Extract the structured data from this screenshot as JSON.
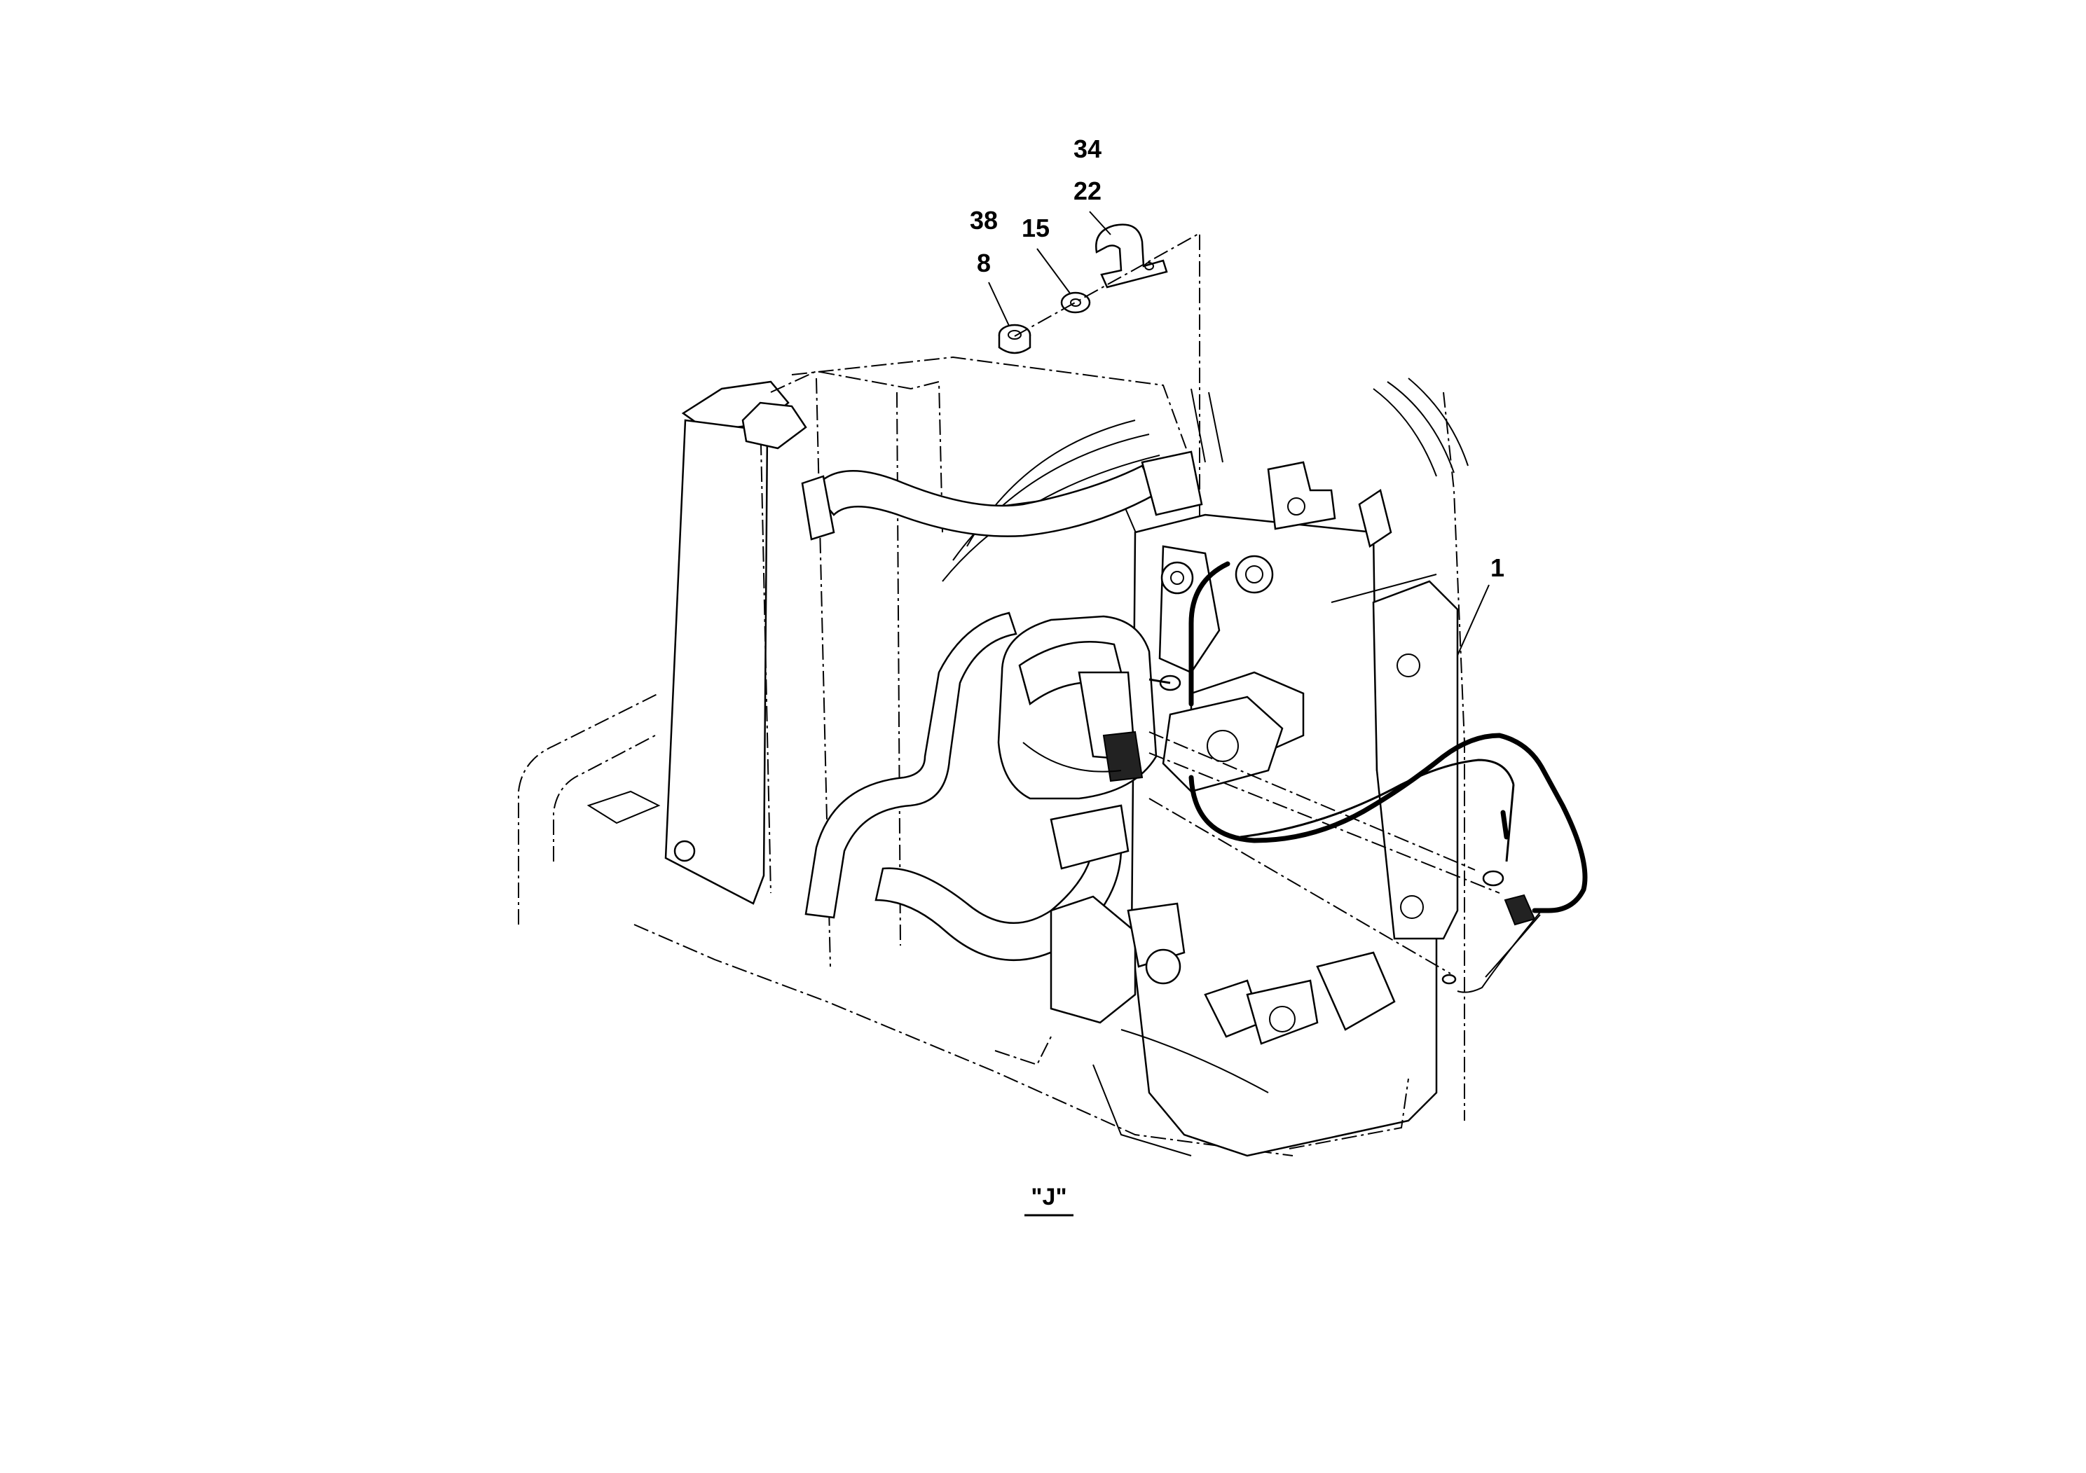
{
  "callouts": {
    "c34": "34",
    "c22": "22",
    "c38": "38",
    "c15": "15",
    "c8": "8",
    "c1": "1"
  },
  "view_label": "\"J\"",
  "colors": {
    "ink": "#000000",
    "paper": "#ffffff"
  }
}
